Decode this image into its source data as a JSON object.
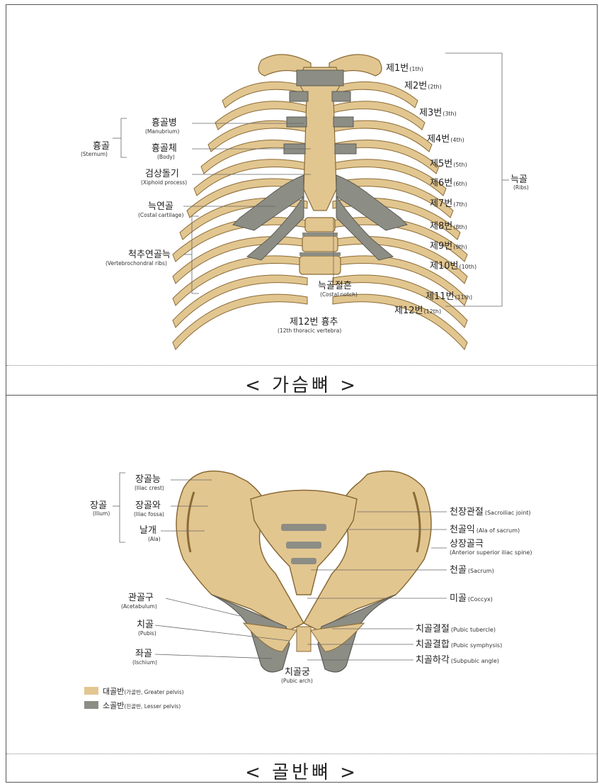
{
  "colors": {
    "bone": "#e2c690",
    "bone_dark": "#b08a4e",
    "cartilage": "#8c8d84",
    "cartilage_dark": "#5a5b55"
  },
  "chest": {
    "caption": "< 가슴뼈 >",
    "sternum": {
      "ko": "흉골",
      "en": "(Sternum)"
    },
    "manubrium": {
      "ko": "흉골병",
      "en": "(Manubrium)"
    },
    "body": {
      "ko": "흉골체",
      "en": "(Body)"
    },
    "xiphoid": {
      "ko": "검상돌기",
      "en": "(Xiphoid process)"
    },
    "costal_cartilage": {
      "ko": "늑연골",
      "en": "(Costal cartilage)"
    },
    "vertebrochondral": {
      "ko": "척추연골늑",
      "en": "(Vertebrochondral ribs)"
    },
    "costal_notch": {
      "ko": "늑골절흔",
      "en": "(Costal notch)"
    },
    "t12": {
      "ko": "제12번 흉추",
      "en": "(12th thoracic vertebra)"
    },
    "ribs_group": {
      "ko": "늑골",
      "en": "(Ribs)"
    },
    "ribs": [
      {
        "ko": "제1번",
        "en": "(1th)"
      },
      {
        "ko": "제2번",
        "en": "(2th)"
      },
      {
        "ko": "제3번",
        "en": "(3th)"
      },
      {
        "ko": "제4번",
        "en": "(4th)"
      },
      {
        "ko": "제5번",
        "en": "(5th)"
      },
      {
        "ko": "제6번",
        "en": "(6th)"
      },
      {
        "ko": "제7번",
        "en": "(7th)"
      },
      {
        "ko": "제8번",
        "en": "(8th)"
      },
      {
        "ko": "제9번",
        "en": "(9th)"
      },
      {
        "ko": "제10번",
        "en": "(10th)"
      },
      {
        "ko": "제11번",
        "en": "(11th)"
      },
      {
        "ko": "제12번",
        "en": "(12th)"
      }
    ]
  },
  "pelvis": {
    "caption": "< 골반뼈 >",
    "ilium": {
      "ko": "장골",
      "en": "(Ilium)"
    },
    "iliac_crest": {
      "ko": "장골능",
      "en": "(Iliac crest)"
    },
    "iliac_fossa": {
      "ko": "장골와",
      "en": "(Iliac fossa)"
    },
    "ala": {
      "ko": "날개",
      "en": "(Ala)"
    },
    "acetabulum": {
      "ko": "관골구",
      "en": "(Acetabulum)"
    },
    "pubis": {
      "ko": "치골",
      "en": "(Pubis)"
    },
    "ischium": {
      "ko": "좌골",
      "en": "(Ischium)"
    },
    "pubic_arch": {
      "ko": "치골궁",
      "en": "(Pubic arch)"
    },
    "sacroiliac": {
      "ko": "천장관절",
      "en": "(Sacroiliac joint)"
    },
    "ala_sacrum": {
      "ko": "천골익",
      "en": "(Ala of sacrum)"
    },
    "asis": {
      "ko": "상장골극",
      "en": "(Anterior superior iliac spine)"
    },
    "sacrum": {
      "ko": "천골",
      "en": "(Sacrum)"
    },
    "coccyx": {
      "ko": "미골",
      "en": "(Coccyx)"
    },
    "pubic_tubercle": {
      "ko": "치골결절",
      "en": "(Pubic tubercle)"
    },
    "pubic_symphysis": {
      "ko": "치골결합",
      "en": "(Pubic symphysis)"
    },
    "subpubic_angle": {
      "ko": "치골하각",
      "en": "(Subpubic angle)"
    },
    "legend": [
      {
        "ko": "대골반",
        "en": "(가골반, Greater pelvis)",
        "color": "#e2c690"
      },
      {
        "ko": "소골반",
        "en": "(진골반, Lesser pelvis)",
        "color": "#8c8d84"
      }
    ]
  }
}
